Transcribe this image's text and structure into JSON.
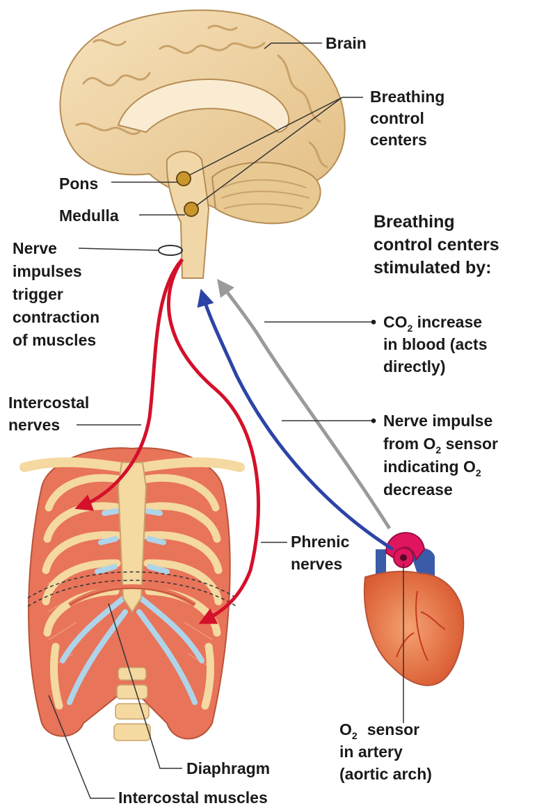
{
  "labels": {
    "brain": "Brain",
    "breathing_centers": [
      "Breathing",
      "control",
      "centers"
    ],
    "pons": "Pons",
    "medulla": "Medulla",
    "nerve_impulses": [
      "Nerve",
      "impulses",
      "trigger",
      "contraction",
      "of muscles"
    ],
    "intercostal_nerves": [
      "Intercostal",
      "nerves"
    ],
    "phrenic_nerves": [
      "Phrenic",
      "nerves"
    ],
    "diaphragm": "Diaphragm",
    "intercostal_muscles": "Intercostal muscles",
    "o2_sensor": {
      "line1_o": "O",
      "line1_sub": "2",
      "line1_rest": "sensor",
      "line2": "in artery",
      "line3": "(aortic arch)"
    }
  },
  "stimuli": {
    "heading": [
      "Breathing",
      "control centers",
      "stimulated by:"
    ],
    "items": [
      {
        "bullet": "•",
        "line1_pre": "CO",
        "line1_sub": "2",
        "line1_post": " increase",
        "line2": "in blood (acts",
        "line3": "directly)"
      },
      {
        "bullet": "•",
        "line1": "Nerve impulse",
        "line2_pre": "from O",
        "line2_sub": "2",
        "line2_post": " sensor",
        "line3_pre": "indicating O",
        "line3_sub": "2",
        "line4": "decrease"
      }
    ]
  },
  "colors": {
    "nerve_arrow": "#d4102a",
    "blue_arrow": "#2d44a6",
    "gray_arrow": "#9a9a9a",
    "brain": "#eed3a3",
    "muscle": "#e8745a",
    "cartilage": "#aed4ea",
    "bone": "#f4d9a0",
    "center_dot": "#c8962c"
  },
  "icons": [
    "brain-illustration",
    "rib-cage-illustration",
    "heart-illustration"
  ]
}
